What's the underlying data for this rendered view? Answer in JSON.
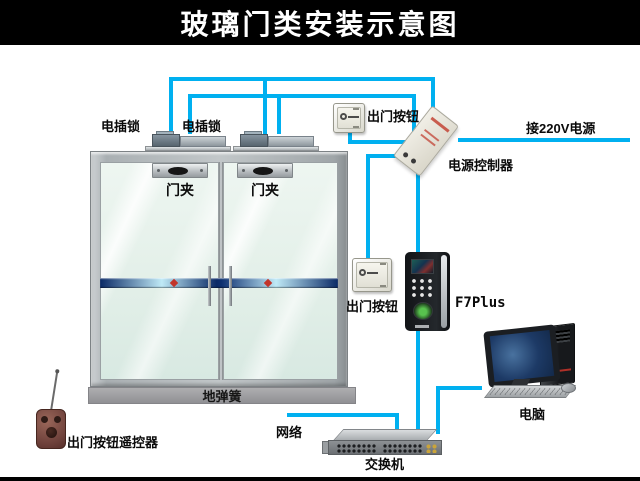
{
  "title": "玻璃门类安装示意图",
  "colors": {
    "wire": "#00b0f0",
    "title_bg": "#000000",
    "title_text": "#ffffff"
  },
  "door": {
    "clamp_left_label": "门夹",
    "clamp_right_label": "门夹",
    "floor_spring_label": "地弹簧"
  },
  "labels": {
    "lock_left": "电插锁",
    "lock_right": "电插锁",
    "exit_button_top": "出门按钮",
    "exit_button_middle": "出门按钮",
    "power_controller": "电源控制器",
    "power_source": "接220V电源",
    "fingerprint_reader": "F7Plus",
    "exit_remote": "出门按钮遥控器",
    "network": "网络",
    "network_switch": "交换机",
    "computer": "电脑"
  }
}
